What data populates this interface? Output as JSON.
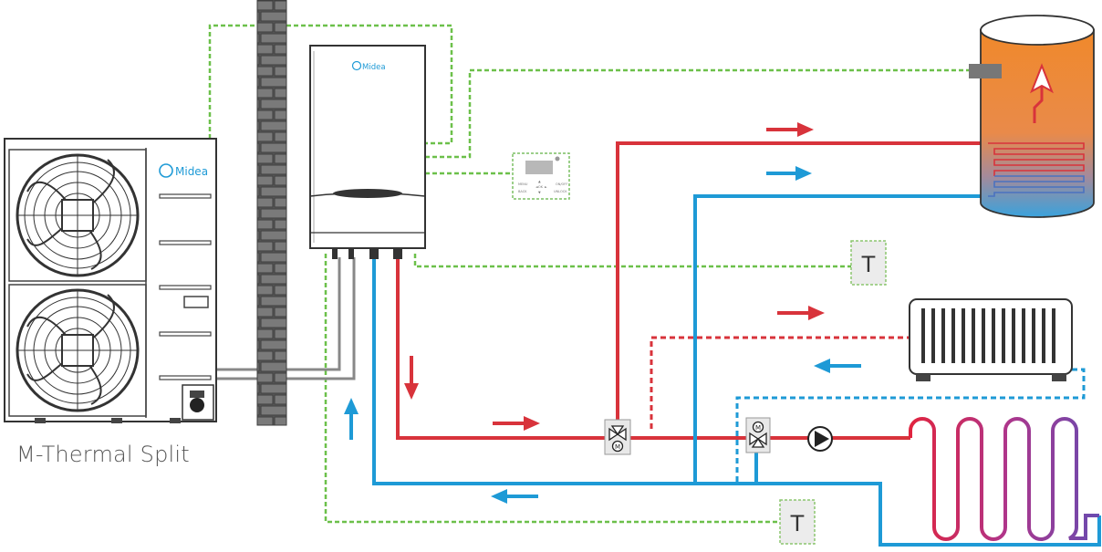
{
  "labels": {
    "system_name": "M-Thermal Split",
    "outdoor_brand": "Midea",
    "indoor_brand": "Midea",
    "thermostat_top": "T",
    "thermostat_bottom": "T",
    "controller_keys": [
      "MENU",
      "ON/OFF",
      "BACK",
      "UNLOCK",
      "OK",
      "▲",
      "▼",
      "◄",
      "►"
    ]
  },
  "colors": {
    "hot": "#d8333b",
    "cold": "#1e9ad6",
    "signal": "#6cc04a",
    "wall": "#6b6b6b",
    "unit_outline": "#333333",
    "tank_top": "#f08a2c",
    "tank_bottom": "#4aa3d8"
  },
  "icons": {
    "valve": "three-way-valve-icon",
    "pump": "circulation-pump-icon",
    "arrow": "flow-arrow-icon",
    "fan": "fan-icon"
  }
}
